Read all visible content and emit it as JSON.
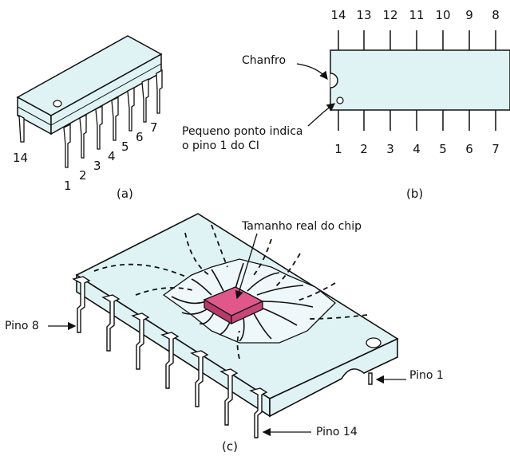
{
  "colors": {
    "body_fill": "#dff3f5",
    "chip_fill": "#e0588a",
    "stroke": "#111111"
  },
  "figure_a": {
    "caption": "(a)",
    "pin_labels": [
      "14",
      "1",
      "2",
      "3",
      "4",
      "5",
      "6",
      "7"
    ]
  },
  "figure_b": {
    "caption": "(b)",
    "top_pins": [
      "14",
      "13",
      "12",
      "11",
      "10",
      "9",
      "8"
    ],
    "bottom_pins": [
      "1",
      "2",
      "3",
      "4",
      "5",
      "6",
      "7"
    ],
    "notch_label": "Chanfro",
    "dot_label_line1": "Pequeno ponto indica",
    "dot_label_line2": "o pino 1 do CI"
  },
  "figure_c": {
    "caption": "(c)",
    "chip_label": "Tamanho real do chip",
    "pin8_label": "Pino 8",
    "pin1_label": "Pino 1",
    "pin14_label": "Pino 14"
  }
}
